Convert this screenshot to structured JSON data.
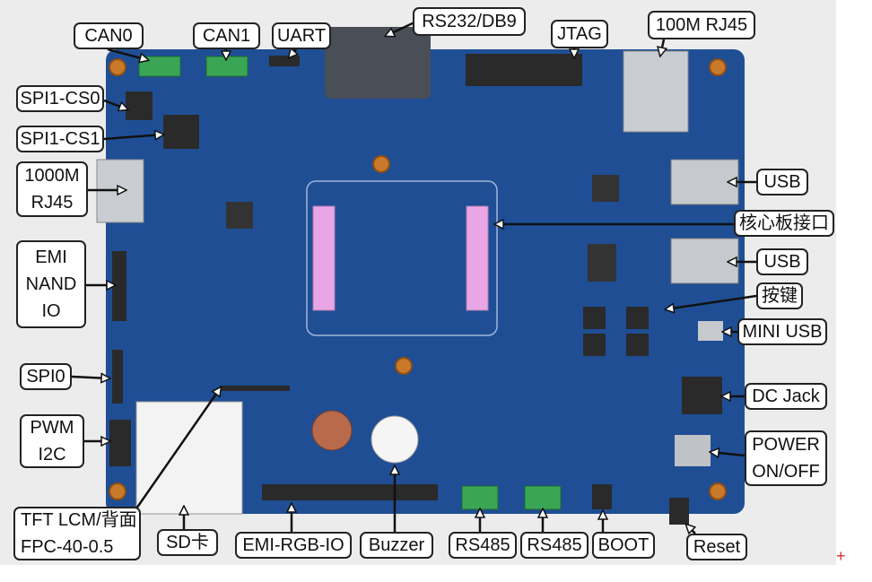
{
  "colors": {
    "board": "#1f4e95",
    "connector": "#3aa655",
    "core_connector": "#e9a6e6",
    "label_border": "#222222"
  },
  "labels": {
    "can0": "CAN0",
    "can1": "CAN1",
    "uart": "UART",
    "rs232": "RS232/DB9",
    "jtag": "JTAG",
    "rj45_100m": "100M RJ45",
    "spi1_cs0": "SPI1-CS0",
    "spi1_cs1": "SPI1-CS1",
    "rj45_1000m": [
      "1000M",
      "RJ45"
    ],
    "emi_nand": [
      "EMI",
      "NAND",
      "IO"
    ],
    "spi0": "SPI0",
    "pwm_i2c": [
      "PWM",
      "I2C"
    ],
    "tft": [
      "TFT LCM/背面",
      "FPC-40-0.5"
    ],
    "sd": "SD卡",
    "emi_rgb": "EMI-RGB-IO",
    "buzzer": "Buzzer",
    "rs485_1": "RS485",
    "rs485_2": "RS485",
    "boot": "BOOT",
    "reset": "Reset",
    "usb_1": "USB",
    "core": "核心板接口",
    "usb_2": "USB",
    "keys": "按键",
    "mini_usb": "MINI USB",
    "dc_jack": "DC Jack",
    "power": [
      "POWER",
      "ON/OFF"
    ]
  }
}
